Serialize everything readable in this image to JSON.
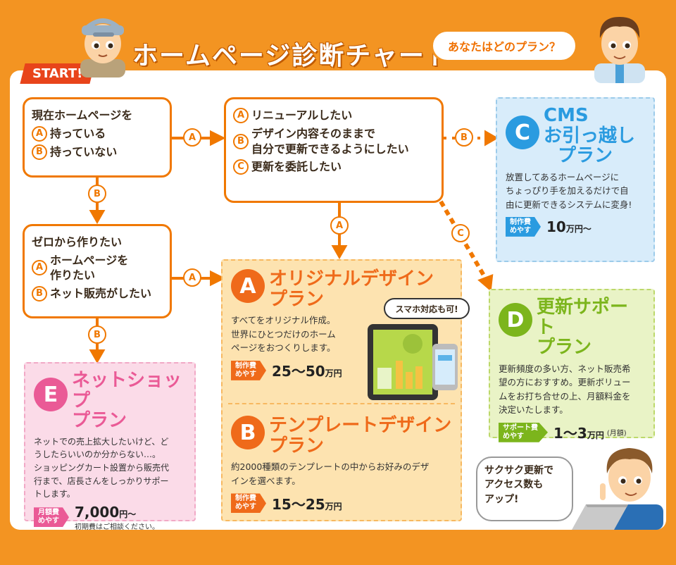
{
  "header": {
    "title": "ホームページ診断チャート",
    "bubble": "あなたはどのプラン？",
    "start": "START!"
  },
  "q1": {
    "line": "現在ホームページを",
    "a_label": "A",
    "a_text": "持っている",
    "b_label": "B",
    "b_text": "持っていない"
  },
  "q2": {
    "a_label": "A",
    "a_text": "リニューアルしたい",
    "b_label": "B",
    "b_text1": "デザイン内容そのままで",
    "b_text2": "自分で更新できるようにしたい",
    "c_label": "C",
    "c_text": "更新を委託したい"
  },
  "q3": {
    "line": "ゼロから作りたい",
    "a_label": "A",
    "a_text1": "ホームページを",
    "a_text2": "作りたい",
    "b_label": "B",
    "b_text": "ネット販売がしたい"
  },
  "arrows": {
    "q1_a": "A",
    "q1_b": "B",
    "q2_a": "A",
    "q2_b": "B",
    "q2_c": "C",
    "q3_a": "A",
    "q3_b": "B"
  },
  "plans": {
    "a": {
      "badge": "A",
      "title1": "オリジナルデザイン",
      "title2": "プラン",
      "desc1": "すべてをオリジナル作成。",
      "desc2": "世界にひとつだけのホーム",
      "desc3": "ページをおつくりします。",
      "tag1": "制作費",
      "tag2": "めやす",
      "price": "25～50",
      "unit": "万円",
      "callout": "スマホ対応も可!"
    },
    "b": {
      "badge": "B",
      "title1": "テンプレートデザイン",
      "title2": "プラン",
      "desc1": "約2000種類のテンプレートの中からお好みのデザ",
      "desc2": "インを選べます。",
      "tag1": "制作費",
      "tag2": "めやす",
      "price": "15～25",
      "unit": "万円"
    },
    "c": {
      "badge": "C",
      "title1": "CMS",
      "title2": "お引っ越し",
      "title3": "プラン",
      "desc1": "放置してあるホームページに",
      "desc2": "ちょっぴり手を加えるだけで自",
      "desc3": "由に更新できるシステムに変身!",
      "tag1": "制作費",
      "tag2": "めやす",
      "price": "10",
      "unit": "万円～"
    },
    "d": {
      "badge": "D",
      "title1": "更新サポート",
      "title2": "プラン",
      "desc1": "更新頻度の多い方、ネット販売希",
      "desc2": "望の方におすすめ。更新ボリュー",
      "desc3": "ムをお打ち合せの上、月額料金を",
      "desc4": "決定いたします。",
      "tag1": "サポート費",
      "tag2": "めやす",
      "price": "1～3",
      "unit": "万円",
      "note": "(月額)"
    },
    "e": {
      "badge": "E",
      "title1": "ネットショップ",
      "title2": "プラン",
      "desc1": "ネットでの売上拡大したいけど、ど",
      "desc2": "うしたらいいのか分からない…。",
      "desc3": "ショッピングカート設置から販売代",
      "desc4": "行まで、店長さんをしっかりサポー",
      "desc5": "トします。",
      "tag1": "月額費",
      "tag2": "めやす",
      "price": "7,000",
      "unit": "円～",
      "note": "初期費はご相談ください。"
    }
  },
  "comment": {
    "line1": "サクサク更新で",
    "line2": "アクセス数も",
    "line3": "アップ!"
  },
  "colors": {
    "background": "#f39422",
    "accent": "#f07800",
    "plan_a_bg": "#fde3b0",
    "plan_c_bg": "#d8ecfa",
    "plan_d_bg": "#e9f3c6",
    "plan_e_bg": "#fbdbe8"
  }
}
